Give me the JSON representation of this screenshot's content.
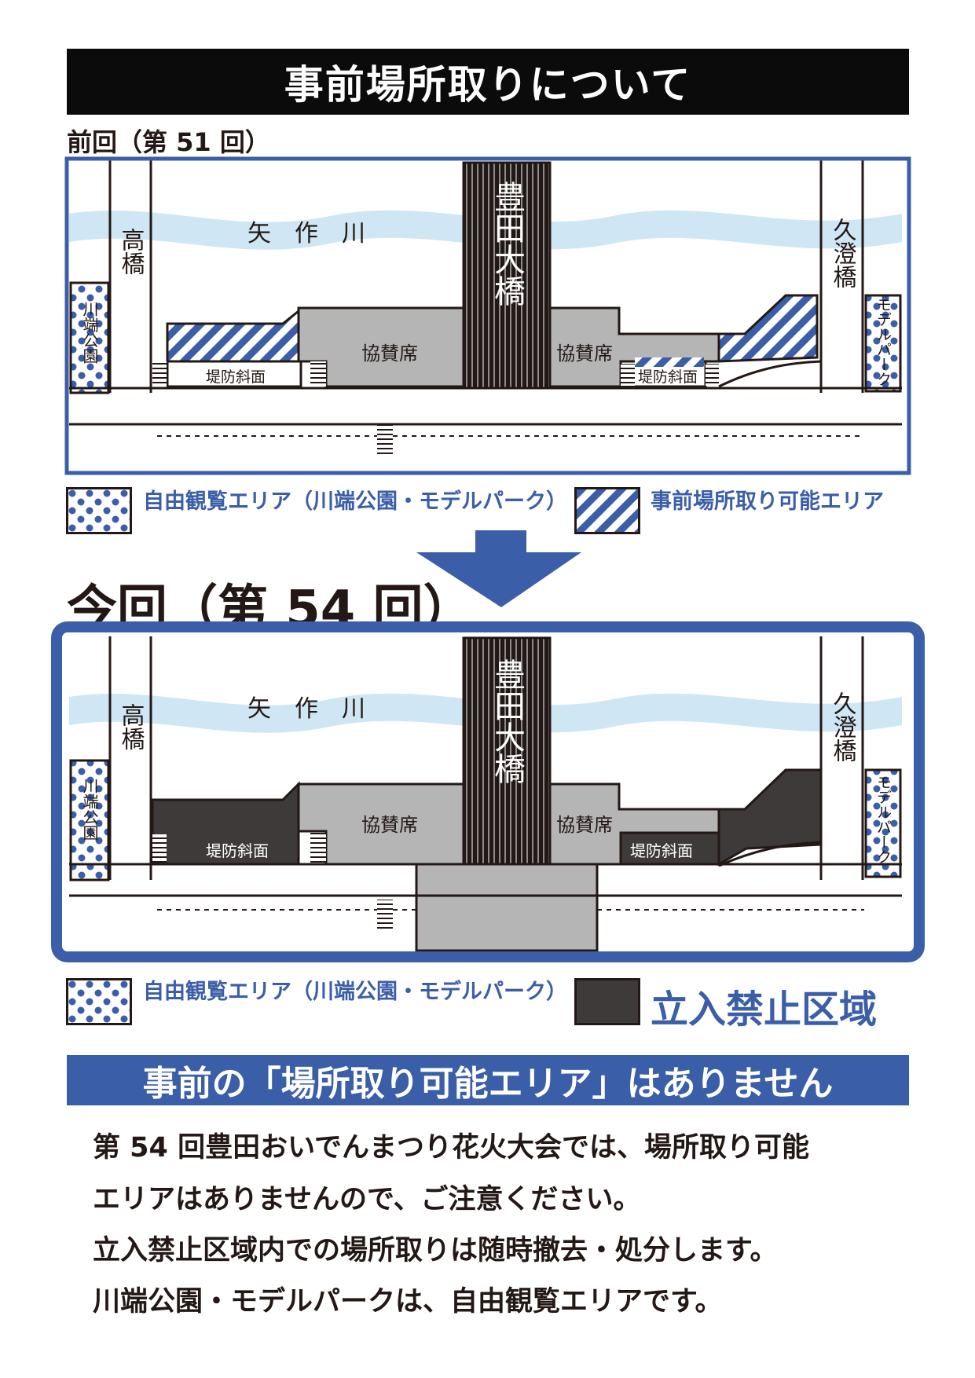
{
  "title": "事前場所取りについて",
  "previous": {
    "label": "前回（第 51 回）"
  },
  "current": {
    "label": "今回（第 54 回）"
  },
  "map_labels": {
    "river": "矢　作　川",
    "bridge_center": "豊田大橋",
    "bridge_left": "高橋",
    "bridge_right": "久澄橋",
    "park_left": "川端公園",
    "park_right": "モデルパーク",
    "seats": "協賛席",
    "embankment": "堤防斜面"
  },
  "legend": {
    "free_area": "自由観覧エリア（川端公園・モデルパーク）",
    "reserve_area": "事前場所取り可能エリア",
    "restricted_area": "立入禁止区域"
  },
  "notice": "事前の「場所取り可能エリア」はありません",
  "body_lines": [
    "第 54 回豊田おいでんまつり花火大会では、場所取り可能",
    "エリアはありませんので、ご注意ください。",
    "立入禁止区域内での場所取りは随時撤去・処分します。",
    "川端公園・モデルパークは、自由観覧エリアです。"
  ],
  "colors": {
    "accent_blue": "#3b5ea8",
    "river_blue": "#cfe6f4",
    "seat_gray": "#b5b5b6",
    "restricted": "#3e3a39",
    "title_black": "#0b0b0b"
  }
}
